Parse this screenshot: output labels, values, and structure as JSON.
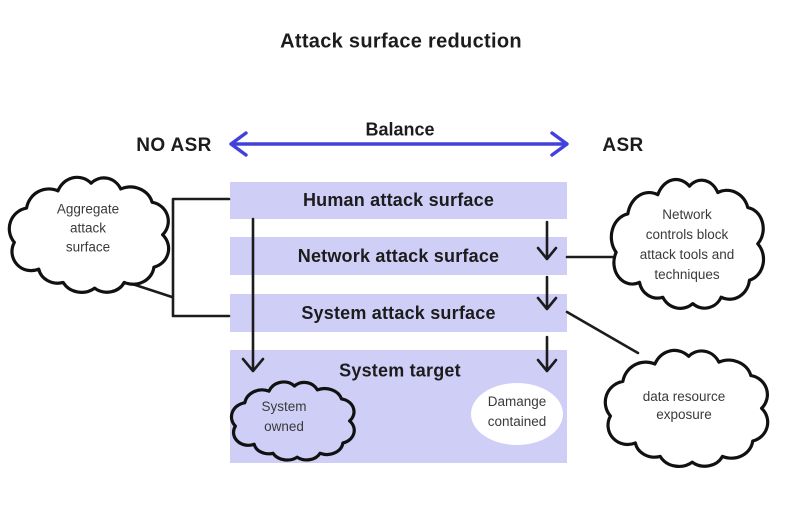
{
  "title": "Attack surface reduction",
  "header": {
    "no_asr": "NO ASR",
    "balance": "Balance",
    "asr": "ASR"
  },
  "layers": [
    {
      "label": "Human attack surface"
    },
    {
      "label": "Network attack surface"
    },
    {
      "label": "System attack surface"
    },
    {
      "label": "System target"
    }
  ],
  "annotations": {
    "aggregate_attack_surface": {
      "lines": [
        "Aggregate",
        "attack",
        "surface"
      ]
    },
    "network_controls": {
      "lines": [
        "Network",
        "controls block",
        "attack tools and",
        "techniques"
      ]
    },
    "data_resource_exposure": {
      "lines": [
        "data resource",
        "exposure"
      ]
    },
    "system_owned": {
      "lines": [
        "System",
        "owned"
      ]
    },
    "damage_contained": {
      "lines": [
        "Damange",
        "contained"
      ]
    }
  },
  "colors": {
    "layer_fill": "#cfcef7",
    "accent_blue": "#4341db",
    "ink": "#1c1c1c"
  }
}
